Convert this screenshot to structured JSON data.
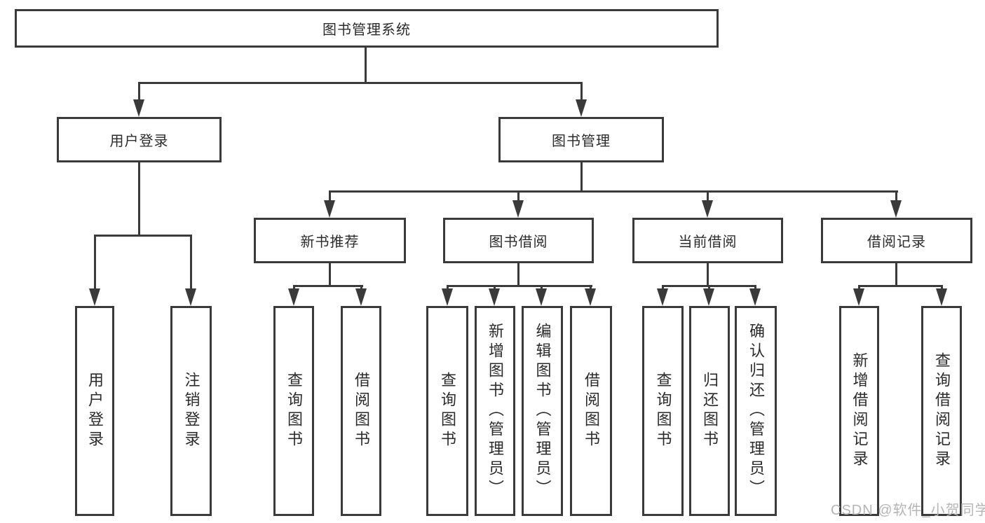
{
  "diagram": {
    "root": "图书管理系统",
    "level2": {
      "user_login": "用户登录",
      "book_mgmt": "图书管理"
    },
    "level3": {
      "new_book_rec": "新书推荐",
      "book_borrow": "图书借阅",
      "current_borrow": "当前借阅",
      "borrow_record": "借阅记录"
    },
    "leaves": {
      "user_login": "用户登录",
      "logout": "注销登录",
      "nbr_query": "查询图书",
      "nbr_borrow": "借阅图书",
      "bb_query": "查询图书",
      "bb_add": "新增图书（管理员）",
      "bb_edit": "编辑图书（管理员）",
      "bb_borrow": "借阅图书",
      "cb_query": "查询图书",
      "cb_return": "归还图书",
      "cb_confirm": "确认归还（管理员）",
      "br_add": "新增借阅记录",
      "br_query": "查询借阅记录"
    },
    "watermark": "CSDN @软件_小贺同学",
    "colors": {
      "line": "#3a3a3a",
      "text": "#2b2b2b",
      "background": "#ffffff",
      "watermark": "#b5b5b5"
    }
  }
}
